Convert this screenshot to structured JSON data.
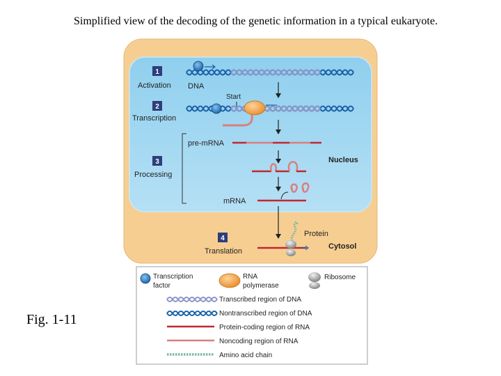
{
  "slide": {
    "title": "Simplified view of the decoding of the genetic information in a typical eukaryote.",
    "fig_label": "Fig. 1-11"
  },
  "diagram": {
    "compartments": {
      "nucleus": "Nucleus",
      "cytosol": "Cytosol"
    },
    "steps": [
      {
        "number": "1",
        "label": "Activation"
      },
      {
        "number": "2",
        "label": "Transcription"
      },
      {
        "number": "3",
        "label": "Processing"
      },
      {
        "number": "4",
        "label": "Translation"
      }
    ],
    "labels": {
      "dna": "DNA",
      "start": "Start",
      "pre_mrna": "pre-mRNA",
      "mrna": "mRNA",
      "protein": "Protein"
    }
  },
  "legend": {
    "transcription_factor": "Transcription factor",
    "transcription_factor_line1": "Transcription",
    "transcription_factor_line2": "factor",
    "rna_polymerase": "RNA polymerase",
    "rna_polymerase_line1": "RNA",
    "rna_polymerase_line2": "polymerase",
    "ribosome": "Ribosome",
    "transcribed_dna": "Transcribed region of DNA",
    "nontranscribed_dna": "Nontranscribed region of DNA",
    "protein_coding_rna": "Protein-coding region of RNA",
    "noncoding_rna": "Noncoding region of RNA",
    "amino_acid_chain": "Amino acid chain"
  },
  "colors": {
    "cell": "#f7ce92",
    "nucleus": "#9fd6f1",
    "step_box": "#2d3d7d",
    "dna_blue": "#1a61a8",
    "dna_light": "#8b95c7",
    "coding_rna": "#c0282f",
    "noncoding_rna": "#d97f7f",
    "amino": "#7fba9f",
    "polymerase": "#f29a37",
    "transcription_factor": "#2f7ec4",
    "ribosome": "#9a9a9a"
  },
  "icons": [
    "arrow-down-icon",
    "helix-icon",
    "ribosome-icon",
    "polymerase-icon",
    "transcription-factor-icon"
  ]
}
